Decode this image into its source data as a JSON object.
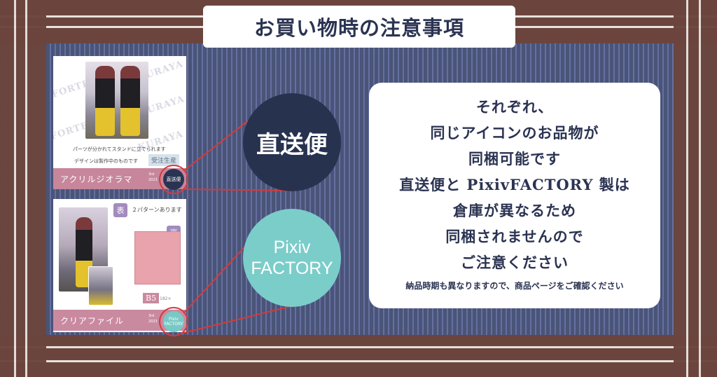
{
  "header": {
    "title": "お買い物時の注意事項"
  },
  "cards": [
    {
      "name": "アクリルジオラマ",
      "caption": "パーツが分かれてスタンドに立てられます",
      "caption2": "デザインは製作中のものです",
      "tag": "受注生産",
      "watermarks": [
        "FORTE KAMUI",
        "KURAYA"
      ],
      "mini_badge": "直送便",
      "mini_note": [
        "3rd",
        "2023"
      ]
    },
    {
      "name": "クリアファイル",
      "caption": "２パターンあります",
      "front_label": "表",
      "back_label": "裏",
      "size": "B5",
      "size_note": "182×",
      "mini_badge": "Pixiv\nFACTORY",
      "mini_note": [
        "3rd",
        "2023"
      ]
    }
  ],
  "circles": {
    "direct": "直送便",
    "pixiv": "Pixiv\nFACTORY"
  },
  "notice": {
    "lines": [
      "それぞれ、",
      "同じアイコンのお品物が",
      "同梱可能です",
      "直送便と PixivFACTORY 製は",
      "倉庫が異なるため",
      "同梱されませんので",
      "ご注意ください"
    ],
    "footnote": "納品時期も異なりますので、商品ページをご確認ください"
  },
  "colors": {
    "navy": "#27324f",
    "teal": "#7bcdca",
    "brown": "#6b453d",
    "stripe": "#4a5478",
    "accent_red": "#d63a3a",
    "pink": "#c7869b"
  }
}
